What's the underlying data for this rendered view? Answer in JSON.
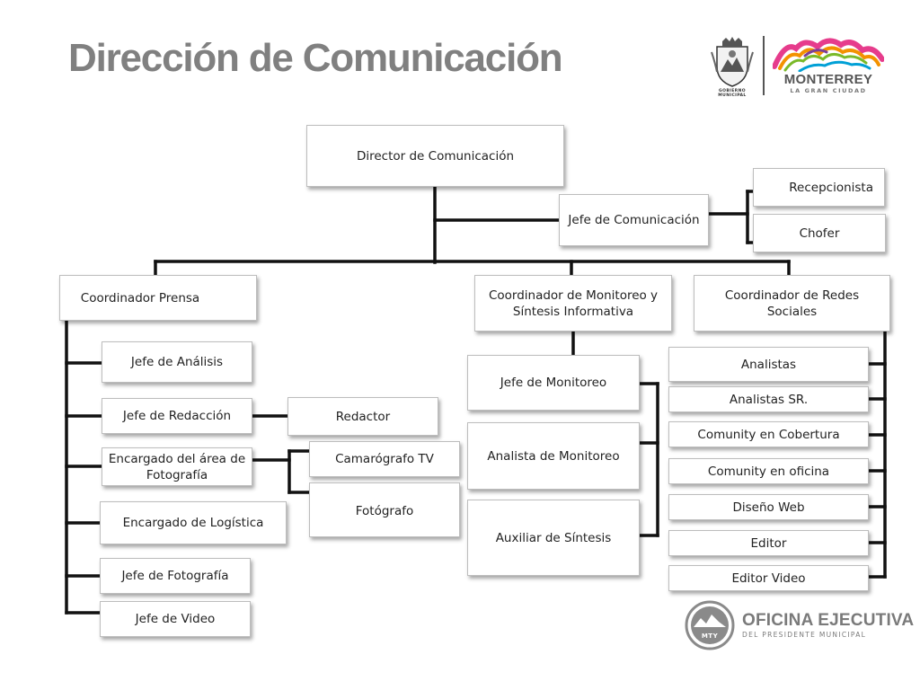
{
  "title": "Dirección de Comunicación",
  "branding": {
    "crest_caption": "GOBIERNO MUNICIPAL",
    "city_name": "MONTERREY",
    "city_tagline": "LA GRAN CIUDAD",
    "footer_badge": "MTY",
    "footer_title": "OFICINA EJECUTIVA",
    "footer_subtitle": "DEL PRESIDENTE MUNICIPAL"
  },
  "org": {
    "director": "Director de Comunicación",
    "jefe_comunicacion": "Jefe de Comunicación",
    "recepcionista": "Recepcionista",
    "chofer": "Chofer",
    "coordinador_prensa": "Coordinador Prensa",
    "coordinador_monitoreo": [
      "Coordinador de Monitoreo y",
      "Síntesis Informativa"
    ],
    "coordinador_redes": "Coordinador de Redes Sociales",
    "prensa": {
      "jefe_analisis": "Jefe de Análisis",
      "jefe_redaccion": "Jefe de Redacción",
      "redactor": "Redactor",
      "encargado_fotografia": [
        "Encargado del área de",
        "Fotografía"
      ],
      "camarografo": "Camarógrafo TV",
      "fotografo": "Fotógrafo",
      "encargado_logistica": "Encargado de Logística",
      "jefe_fotografia": "Jefe de Fotografía",
      "jefe_video": "Jefe de Video"
    },
    "monitoreo": {
      "jefe_monitoreo": "Jefe de Monitoreo",
      "analista_monitoreo": "Analista de Monitoreo",
      "auxiliar_sintesis": "Auxiliar de Síntesis"
    },
    "redes": [
      "Analistas",
      "Analistas SR.",
      "Comunity en Cobertura",
      "Comunity en oficina",
      "Diseño Web",
      "Editor",
      "Editor Video"
    ]
  },
  "colors": {
    "title_gray": "#808080",
    "line": "#111111",
    "logo_band_colors": [
      "#e63c8c",
      "#f39200",
      "#7ab929",
      "#00a0d6",
      "#7b3f98"
    ]
  }
}
